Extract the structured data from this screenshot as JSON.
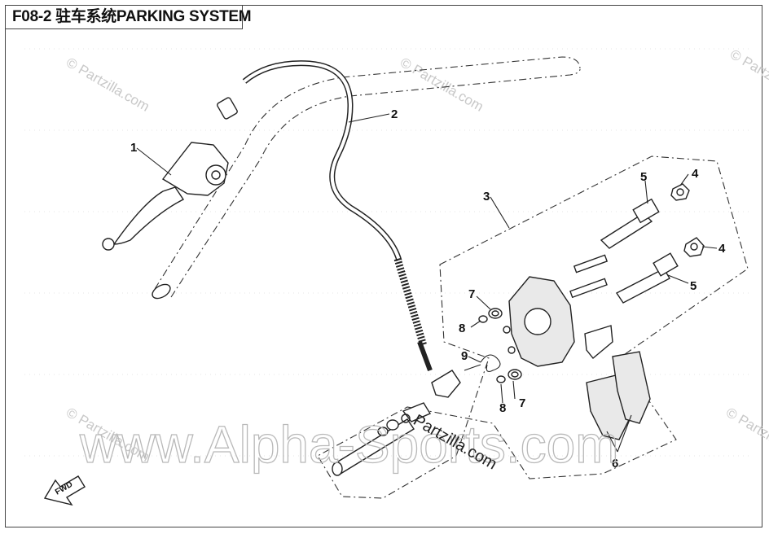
{
  "title": "F08-2 驻车系统PARKING SYSTEM",
  "callouts": [
    {
      "id": "callout-1",
      "label": "1"
    },
    {
      "id": "callout-2",
      "label": "2"
    },
    {
      "id": "callout-3",
      "label": "3"
    },
    {
      "id": "callout-4a",
      "label": "4"
    },
    {
      "id": "callout-4b",
      "label": "4"
    },
    {
      "id": "callout-5a",
      "label": "5"
    },
    {
      "id": "callout-5b",
      "label": "5"
    },
    {
      "id": "callout-6",
      "label": "6"
    },
    {
      "id": "callout-7a",
      "label": "7"
    },
    {
      "id": "callout-7b",
      "label": "7"
    },
    {
      "id": "callout-8a",
      "label": "8"
    },
    {
      "id": "callout-8b",
      "label": "8"
    },
    {
      "id": "callout-9",
      "label": "9"
    }
  ],
  "watermarks": {
    "big": "www.Alpha-Sports.com",
    "partzilla_center": "Partzilla.com",
    "partzilla_small": "© Partzilla.com"
  },
  "fwd_label": "FWD",
  "colors": {
    "line": "#222222",
    "watermark": "#b9b9b9",
    "background": "#ffffff"
  }
}
